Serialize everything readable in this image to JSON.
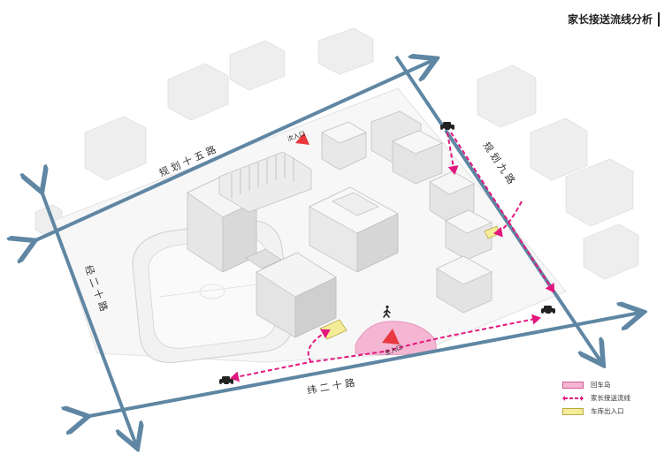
{
  "title": "家长接送流线分析",
  "roads": {
    "north": "规 划 十 五 路",
    "east": "规 划 九 路",
    "west": "经 二 十 路",
    "south": "纬 二 十 路"
  },
  "entrances": {
    "main": "主入口",
    "secondary": "次入口"
  },
  "legend": [
    {
      "label": "回车岛",
      "color": "#f4b6d2",
      "border": "#d25a96"
    },
    {
      "label": "家长接送流线",
      "color": "#e2177e"
    },
    {
      "label": "车库出入口",
      "color": "#f5ec9a",
      "border": "#b9a941"
    }
  ],
  "colors": {
    "road_axis": "#5f86a3",
    "flow": "#e2177e",
    "entrance_marker": "#e8393f"
  },
  "icons": [
    "car-icon",
    "pedestrian-icon",
    "entrance-triangle-icon"
  ]
}
